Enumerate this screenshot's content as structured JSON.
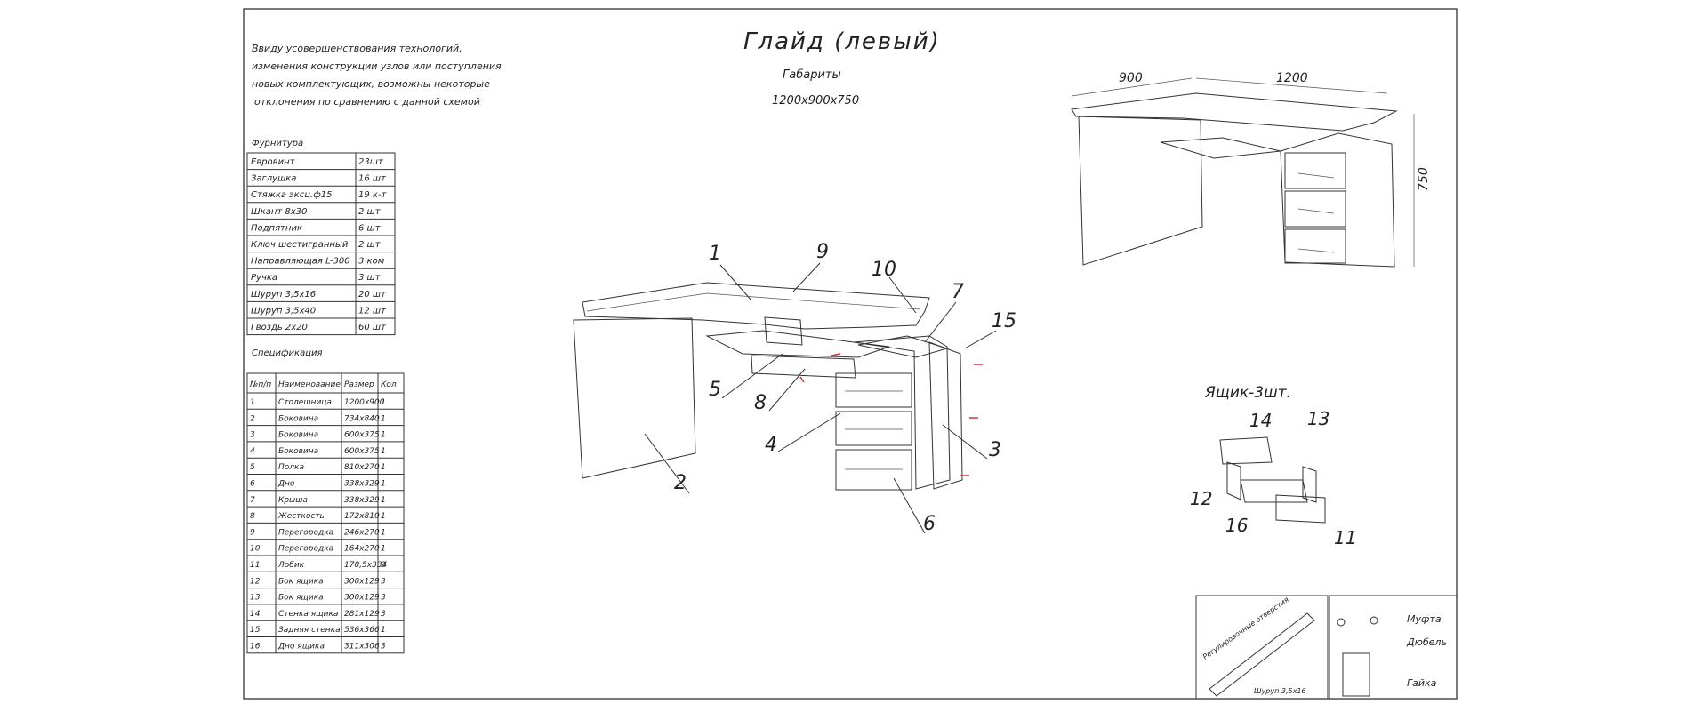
{
  "title": "Глайд (левый)",
  "dimensions": {
    "label": "Габариты",
    "value": "1200х900х750"
  },
  "note": [
    "Ввиду усовершенствования технологий,",
    "изменения конструкции узлов или поступления",
    "новых комплектующих, возможны некоторые",
    "отклонения по сравнению с данной схемой"
  ],
  "hardware": {
    "title": "Фурнитура",
    "rows": [
      [
        "Евровинт",
        "23шт"
      ],
      [
        "Заглушка",
        "16 шт"
      ],
      [
        "Стяжка эксц.ф15",
        "19 к-т"
      ],
      [
        "Шкант 8х30",
        "2 шт"
      ],
      [
        "Подпятник",
        "6 шт"
      ],
      [
        "Ключ шестигранный",
        "2 шт"
      ],
      [
        "Направляющая L-300",
        "3 ком"
      ],
      [
        "Ручка",
        "3 шт"
      ],
      [
        "Шуруп 3,5х16",
        "20 шт"
      ],
      [
        "Шуруп 3,5х40",
        "12 шт"
      ],
      [
        "Гвоздь 2х20",
        "60 шт"
      ]
    ]
  },
  "spec": {
    "title": "Спецификация",
    "headers": [
      "№п/п",
      "Наименование",
      "Размер",
      "Кол"
    ],
    "rows": [
      [
        "1",
        "Столешница",
        "1200х900",
        "1"
      ],
      [
        "2",
        "Боковина",
        "734х840",
        "1"
      ],
      [
        "3",
        "Боковина",
        "600х375",
        "1"
      ],
      [
        "4",
        "Боковина",
        "600х375",
        "1"
      ],
      [
        "5",
        "Полка",
        "810х270",
        "1"
      ],
      [
        "6",
        "Дно",
        "338х329",
        "1"
      ],
      [
        "7",
        "Крыша",
        "338х329",
        "1"
      ],
      [
        "8",
        "Жесткость",
        "172х810",
        "1"
      ],
      [
        "9",
        "Перегородка",
        "246х270",
        "1"
      ],
      [
        "10",
        "Перегородка",
        "164х270",
        "1"
      ],
      [
        "11",
        "Лобик",
        "178,5х334",
        "3"
      ],
      [
        "12",
        "Бок ящика",
        "300х129",
        "3"
      ],
      [
        "13",
        "Бок ящика",
        "300х129",
        "3"
      ],
      [
        "14",
        "Стенка ящика",
        "281х129",
        "3"
      ],
      [
        "15",
        "Задняя стенка",
        "536х366",
        "1"
      ],
      [
        "16",
        "Дно ящика",
        "311х306",
        "3"
      ]
    ]
  },
  "overview_dims": {
    "depth": "900",
    "width": "1200",
    "height": "750"
  },
  "part_labels": [
    "1",
    "2",
    "3",
    "4",
    "5",
    "6",
    "7",
    "8",
    "9",
    "10",
    "15"
  ],
  "drawer": {
    "title": "Ящик-3шт.",
    "labels": [
      "14",
      "13",
      "12",
      "16",
      "11"
    ]
  },
  "detail_rail": {
    "hole_note": "Регулировочные отверстия",
    "screw": "Шуруп 3,5х16"
  },
  "detail_cam": {
    "labels": [
      "Муфта",
      "Дюбель",
      "Гайка"
    ]
  }
}
